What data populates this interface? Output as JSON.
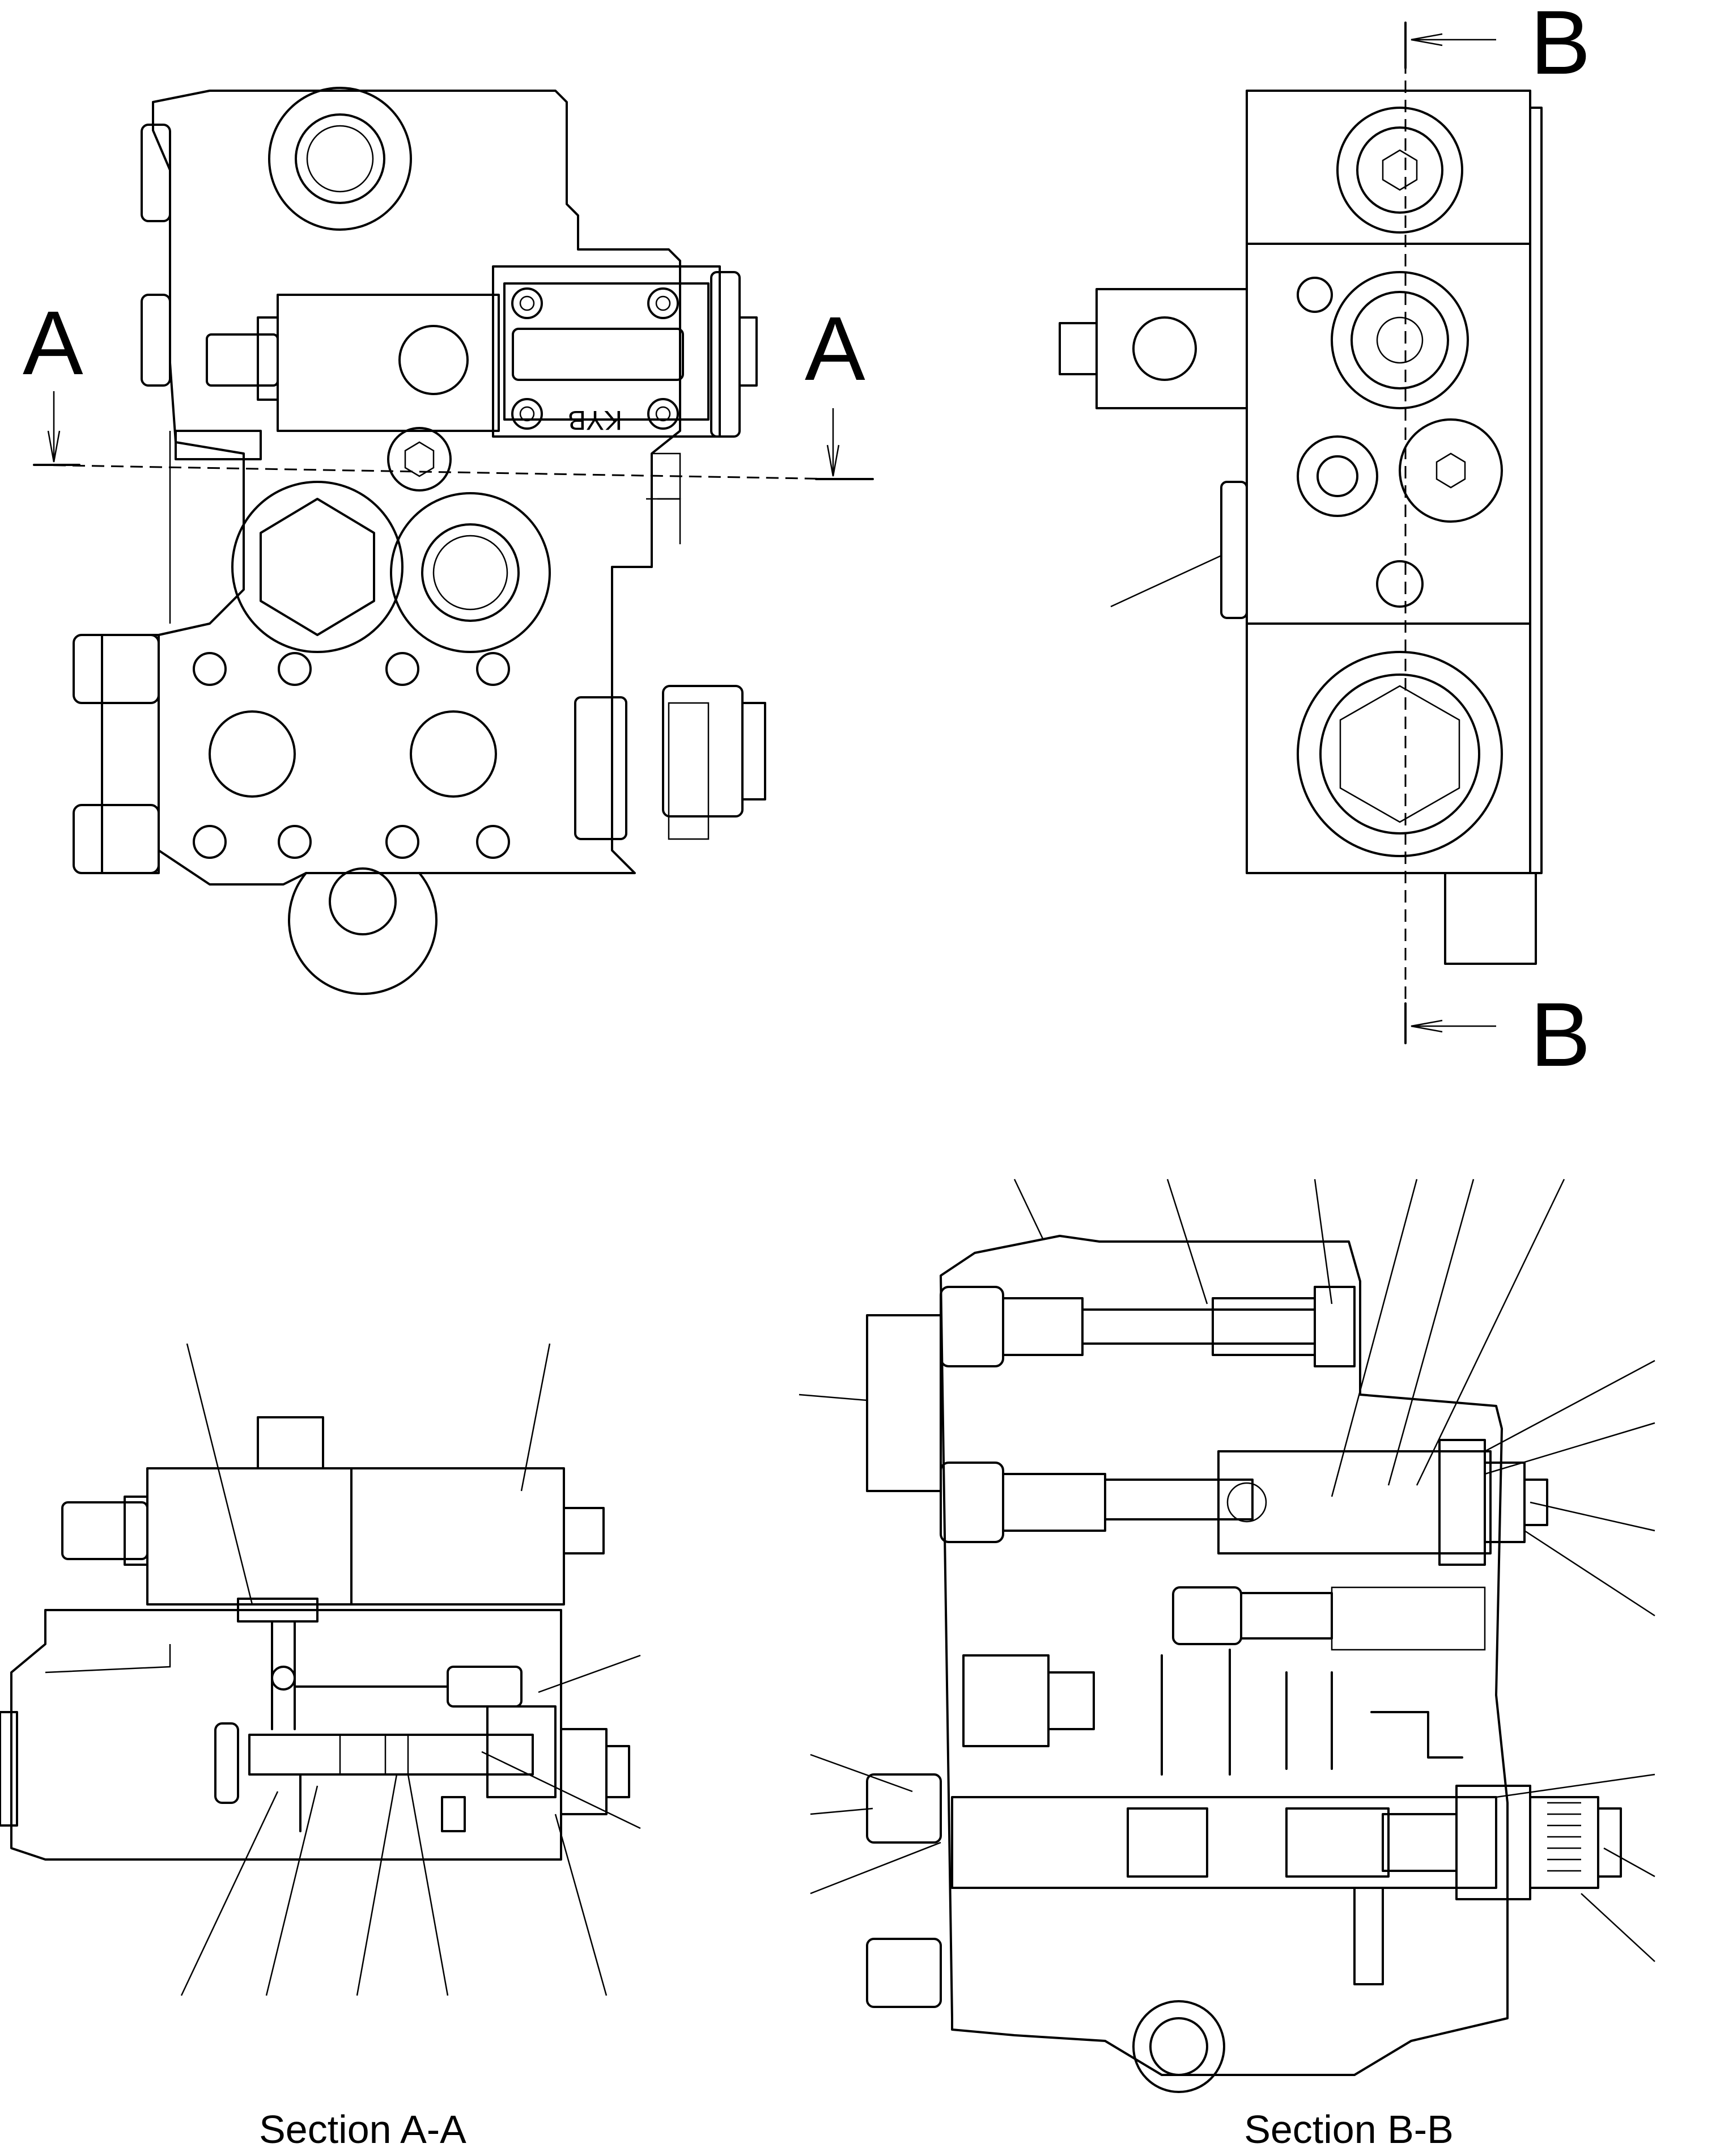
{
  "section_markers": {
    "a_left": "A",
    "a_right": "A",
    "b_top": "B",
    "b_bottom": "B"
  },
  "captions": {
    "section_a": "Section A-A",
    "section_b": "Section B-B"
  },
  "logo": {
    "text": "KYB"
  }
}
